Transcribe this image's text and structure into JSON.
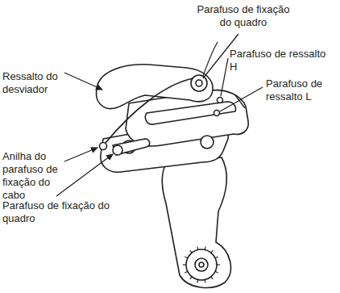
{
  "diagram": {
    "labels": [
      "Ressalto do desviador",
      "Parafuso de fixação do quadro",
      "Parafuso de ressalto H",
      "Parafuso de ressalto L",
      "Anilha do parafuso de fixação do cabo",
      "Parafuso de fixação do quadro"
    ]
  }
}
